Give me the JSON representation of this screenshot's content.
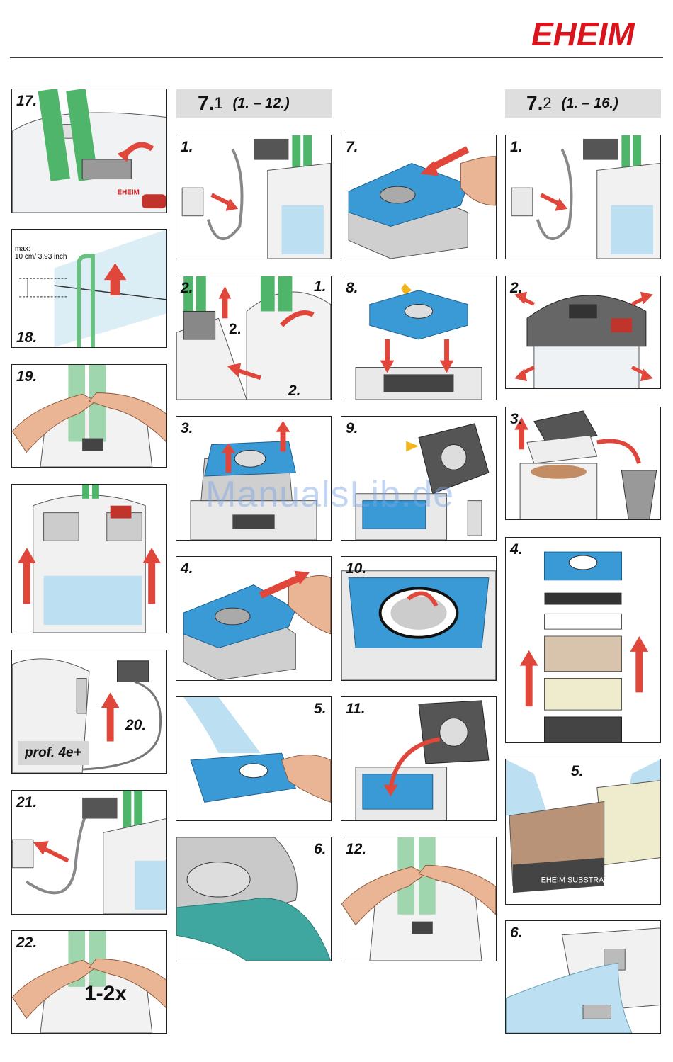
{
  "brand": {
    "logo_text": "EHEIM",
    "color": "#d8141c"
  },
  "watermark": "ManualsLib.de",
  "headers": {
    "h71": {
      "big": "7.",
      "small": "1",
      "range": "(1. – 12.)"
    },
    "h72": {
      "big": "7.",
      "small": "2",
      "range": "(1. – 16.)"
    }
  },
  "left_column": {
    "s17": "17.",
    "s18": "18.",
    "s18_max_label": "max:",
    "s18_max_value": "10 cm/ 3,93 inch",
    "s19": "19.",
    "s20": "20.",
    "s20_badge": "prof. 4e+",
    "s21": "21.",
    "s22": "22.",
    "s22_repeat": "1-2x"
  },
  "col_71a": {
    "s1": "1.",
    "s2": "2.",
    "s2_sub1": "1.",
    "s2_sub2": "2.",
    "s2_sub3": "2.",
    "s3": "3.",
    "s4": "4.",
    "s5": "5.",
    "s6": "6."
  },
  "col_71b": {
    "s7": "7.",
    "s8": "8.",
    "s9": "9.",
    "s10": "10.",
    "s11": "11.",
    "s12": "12."
  },
  "col_72": {
    "s1": "1.",
    "s2": "2.",
    "s3": "3.",
    "s4": "4.",
    "s5": "5.",
    "s6": "6."
  },
  "colors": {
    "blue": "#3a9ad6",
    "green": "#4fb56a",
    "red": "#e0463a",
    "yellow": "#f3b51b",
    "header_bg": "#dedede"
  }
}
